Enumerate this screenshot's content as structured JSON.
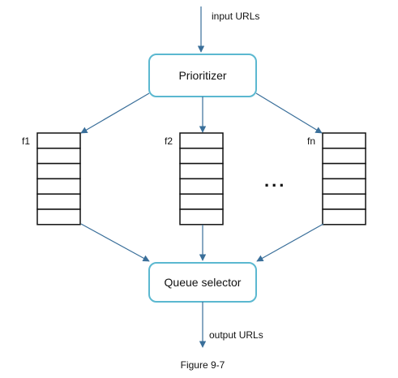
{
  "diagram": {
    "input_label": "input URLs",
    "output_label": "output URLs",
    "prioritizer_label": "Prioritizer",
    "selector_label": "Queue selector",
    "queues": [
      {
        "label": "f1",
        "cells": 6
      },
      {
        "label": "f2",
        "cells": 6
      },
      {
        "label": "fn",
        "cells": 6
      }
    ],
    "ellipsis": "...",
    "caption": "Figure 9-7",
    "colors": {
      "box_border": "#5bb8d0",
      "arrow": "#3a6f9a",
      "queue_border": "#111111"
    }
  }
}
